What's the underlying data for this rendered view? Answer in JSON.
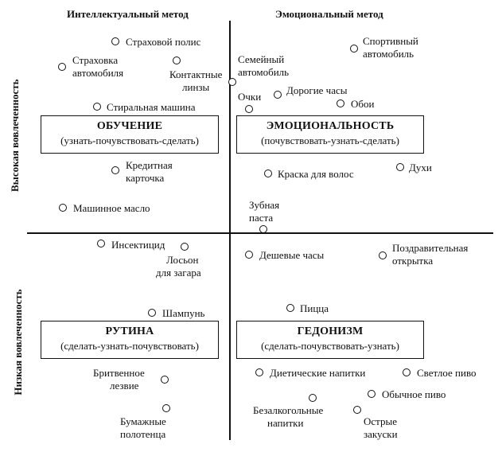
{
  "axes": {
    "left_title": "Интеллектуальный метод",
    "right_title": "Эмоциональный метод",
    "top_side": "Высокая вовлеченность",
    "bottom_side": "Низкая вовлеченность"
  },
  "quadrants": {
    "learning": {
      "title": "ОБУЧЕНИЕ",
      "sub": "(узнать-почувствовать-сделать)"
    },
    "emotion": {
      "title": "ЭМОЦИОНАЛЬНОСТЬ",
      "sub": "(почувствовать-узнать-сделать)"
    },
    "routine": {
      "title": "РУТИНА",
      "sub": "(сделать-узнать-почувствовать)"
    },
    "hedonism": {
      "title": "ГЕДОНИЗМ",
      "sub": "(сделать-почувствовать-узнать)"
    }
  },
  "products": {
    "insurance_policy": "Страховой полис",
    "car_insurance_1": "Страховка",
    "car_insurance_2": "автомобиля",
    "lenses_1": "Контактные",
    "lenses_2": "линзы",
    "washing_machine": "Стиральная машина",
    "credit_card_1": "Кредитная",
    "credit_card_2": "карточка",
    "motor_oil": "Машинное масло",
    "sports_car_1": "Спортивный",
    "sports_car_2": "автомобиль",
    "family_car_1": "Семейный",
    "family_car_2": "автомобиль",
    "expensive_watch": "Дорогие часы",
    "glasses": "Очки",
    "wallpaper": "Обои",
    "hair_dye": "Краска для волос",
    "perfume": "Духи",
    "toothpaste_1": "Зубная",
    "toothpaste_2": "паста",
    "insecticide": "Инсектицид",
    "sun_lotion_1": "Лосьон",
    "sun_lotion_2": "для загара",
    "shampoo": "Шампунь",
    "razor_1": "Бритвенное",
    "razor_2": "лезвие",
    "towels_1": "Бумажные",
    "towels_2": "полотенца",
    "cheap_watch": "Дешевые часы",
    "greeting_card_1": "Поздравительная",
    "greeting_card_2": "открытка",
    "pizza": "Пицца",
    "diet_drinks": "Диетические напитки",
    "light_beer": "Светлое пиво",
    "regular_beer": "Обычное пиво",
    "soft_drinks_1": "Безалкогольные",
    "soft_drinks_2": "напитки",
    "snacks_1": "Острые",
    "snacks_2": "закуски"
  }
}
